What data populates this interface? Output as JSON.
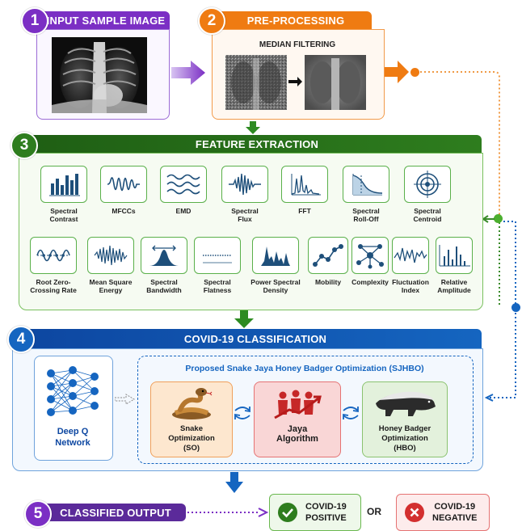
{
  "steps": {
    "s1": {
      "num": "1",
      "title": "INPUT SAMPLE IMAGE"
    },
    "s2": {
      "num": "2",
      "title": "PRE-PROCESSING",
      "sub": "MEDIAN FILTERING"
    },
    "s3": {
      "num": "3",
      "title": "FEATURE EXTRACTION"
    },
    "s4": {
      "num": "4",
      "title": "COVID-19 CLASSIFICATION"
    },
    "s5": {
      "num": "5",
      "title": "CLASSIFIED OUTPUT"
    }
  },
  "features_row1": [
    {
      "l1": "Spectral",
      "l2": "Contrast",
      "icon": "bar-chart-icon"
    },
    {
      "l1": "MFCCs",
      "l2": "",
      "icon": "waveform-icon"
    },
    {
      "l1": "EMD",
      "l2": "",
      "icon": "wavy-lines-icon"
    },
    {
      "l1": "Spectral",
      "l2": "Flux",
      "icon": "spike-wave-icon"
    },
    {
      "l1": "FFT",
      "l2": "",
      "icon": "fft-spectrum-icon"
    },
    {
      "l1": "Spectral",
      "l2": "Roll-Off",
      "icon": "decay-curve-icon"
    },
    {
      "l1": "Spectral",
      "l2": "Centroid",
      "icon": "target-icon"
    }
  ],
  "features_row2": [
    {
      "l1": "Root Zero-",
      "l2": "Crossing Rate",
      "icon": "zero-crossing-icon"
    },
    {
      "l1": "Mean Square",
      "l2": "Energy",
      "icon": "dense-wave-icon"
    },
    {
      "l1": "Spectral",
      "l2": "Bandwidth",
      "icon": "bell-curve-icon"
    },
    {
      "l1": "Spectral",
      "l2": "Flatness",
      "icon": "flat-line-icon"
    },
    {
      "l1": "Power Spectral",
      "l2": "Density",
      "icon": "density-peaks-icon"
    },
    {
      "l1": "Mobility",
      "l2": "",
      "icon": "connected-dots-icon"
    },
    {
      "l1": "Complexity",
      "l2": "",
      "icon": "network-icon"
    },
    {
      "l1": "Fluctuation",
      "l2": "Index",
      "icon": "fluctuation-icon"
    },
    {
      "l1": "Relative",
      "l2": "Amplitude",
      "icon": "amplitude-bars-icon"
    }
  ],
  "classification": {
    "dqn": {
      "l1": "Deep Q",
      "l2": "Network"
    },
    "sjhbo_title": "Proposed Snake Jaya Honey Badger Optimization (SJHBO)",
    "so": {
      "l1": "Snake",
      "l2": "Optimization",
      "l3": "(SO)"
    },
    "jaya": {
      "l1": "Jaya",
      "l2": "Algorithm"
    },
    "hbo": {
      "l1": "Honey Badger",
      "l2": "Optimization",
      "l3": "(HBO)"
    }
  },
  "output": {
    "positive": {
      "l1": "COVID-19",
      "l2": "POSITIVE"
    },
    "or": "OR",
    "negative": {
      "l1": "COVID-19",
      "l2": "NEGATIVE"
    }
  },
  "colors": {
    "purple": "#7b2fc4",
    "orange": "#ef7b12",
    "green": "#2e7d1e",
    "blue": "#1565c0",
    "red": "#d32f2f"
  }
}
